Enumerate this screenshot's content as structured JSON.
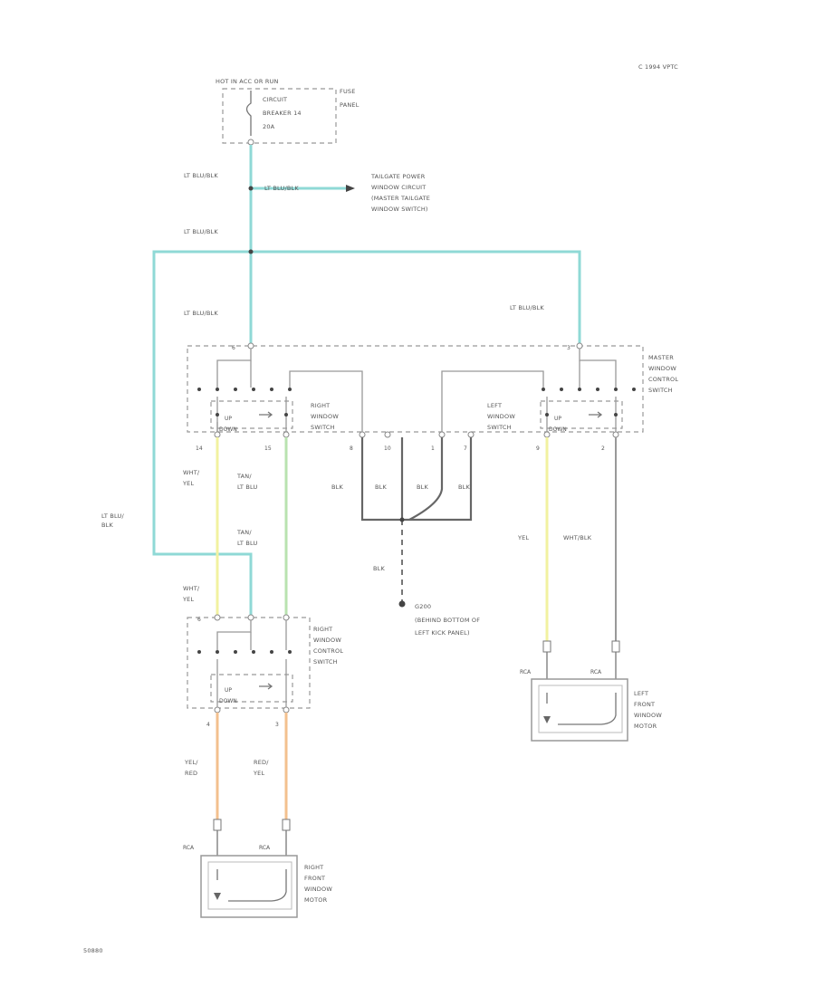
{
  "header": {
    "code": "C 1994 VPTC"
  },
  "footer": {
    "ref": "50880"
  },
  "labels": {
    "hot_in": "HOT IN ACC OR RUN",
    "breaker_l1": "CIRCUIT",
    "breaker_l2": "BREAKER 14",
    "breaker_l3": "20A",
    "fuse_l1": "FUSE",
    "fuse_l2": "PANEL",
    "lt_blu_blk": "LT BLU/BLK",
    "tailgate_l1": "TAILGATE POWER",
    "tailgate_l2": "WINDOW CIRCUIT",
    "tailgate_l3": "(MASTER TAILGATE",
    "tailgate_l4": "WINDOW SWITCH)",
    "master_l1": "MASTER",
    "master_l2": "WINDOW",
    "master_l3": "CONTROL",
    "master_l4": "SWITCH",
    "right_window_l1": "RIGHT",
    "right_window_l2": "WINDOW",
    "right_window_l3": "SWITCH",
    "left_window_l1": "LEFT",
    "left_window_l2": "WINDOW",
    "left_window_l3": "SWITCH",
    "up": "UP",
    "down": "DOWN",
    "wht_yel_1": "WHT/",
    "wht_yel_2": "YEL",
    "tan_lt_blu_1": "TAN/",
    "tan_lt_blu_2": "LT BLU",
    "blk": "BLK",
    "yel": "YEL",
    "wht_blk": "WHT/BLK",
    "lt_blu_blk_left_1": "LT BLU/",
    "lt_blu_blk_left_2": "BLK",
    "ground_l1": "G200",
    "ground_l2": "(BEHIND BOTTOM OF",
    "ground_l3": "LEFT KICK PANEL)",
    "rwc_l1": "RIGHT",
    "rwc_l2": "WINDOW",
    "rwc_l3": "CONTROL",
    "rwc_l4": "SWITCH",
    "yel_red_1": "YEL/",
    "yel_red_2": "RED",
    "red_yel_1": "RED/",
    "red_yel_2": "YEL",
    "rlf_motor_l1": "RIGHT",
    "rlf_motor_l2": "FRONT",
    "rlf_motor_l3": "WINDOW",
    "rlf_motor_l4": "MOTOR",
    "lf_motor_l1": "LEFT",
    "lf_motor_l2": "FRONT",
    "lf_motor_l3": "WINDOW",
    "lf_motor_l4": "MOTOR",
    "rca": "RCA",
    "pin_14": "14",
    "pin_15": "15",
    "pin_8": "8",
    "pin_10": "10",
    "pin_1": "1",
    "pin_7": "7",
    "pin_9": "9",
    "pin_2": "2",
    "pin_6": "6",
    "pin_3": "3",
    "pin_4": "4"
  },
  "colors": {
    "lt_blu": "#8fd9d6",
    "yel": "#f2f2a0",
    "tan_lt_blu": "#b9e3b0",
    "yel_red": "#f3c08e",
    "wire_gray": "#888888",
    "blk": "#666666"
  }
}
